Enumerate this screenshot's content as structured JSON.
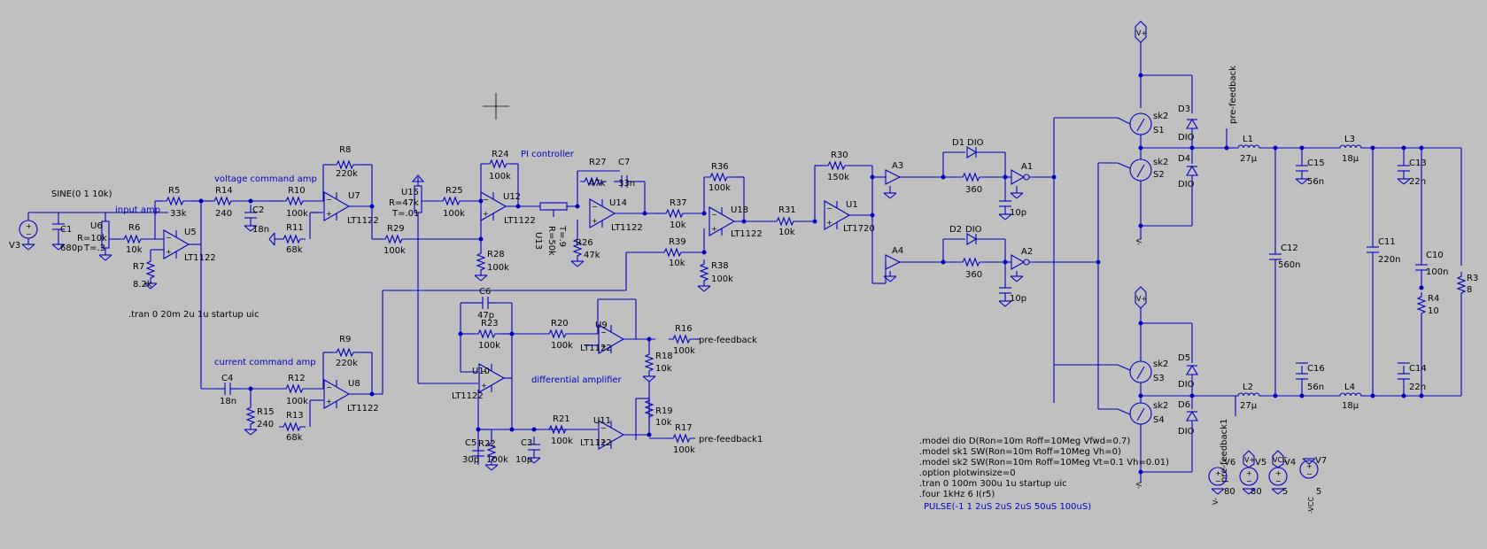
{
  "labels": {
    "input_amp": "input amp",
    "voltage_cmd": "voltage command amp",
    "current_cmd": "current command amp",
    "pi_ctrl": "PI controller",
    "diff_amp": "differential amplifier",
    "pre_fb_vert": "pre-feedback",
    "pre_fb": "pre-feedback",
    "pre_fb1": "pre-feedback1",
    "pre_fb1_vert": "pre-feedback1"
  },
  "directives": {
    "tran1": ".tran 0 20m 2u 1u startup uic",
    "model_lines": [
      ".model dio D(Ron=10m Roff=10Meg Vfwd=0.7)",
      ".model sk1 SW(Ron=10m Roff=10Meg Vh=0)",
      ".model sk2 SW(Ron=10m Roff=10Meg Vt=0.1 Vh=0.01)",
      ".option plotwinsize=0",
      ".tran 0 100m 300u 1u startup uic",
      ".four 1kHz 6  I(r5)"
    ],
    "pulse": "PULSE(-1 1 2uS 2uS 2uS 50uS 100uS)"
  },
  "components": {
    "V3": "V3",
    "SINE": "SINE(0 1 10k)",
    "C1": "C1",
    "C1v": "680p",
    "U6": "U6",
    "U6r": "R=10k",
    "U6t": "T=.3",
    "R6": "R6",
    "R6v": "10k",
    "R7": "R7",
    "R7v": "8.2k",
    "R5": "R5",
    "R5v": "33k",
    "U5": "U5",
    "U5m": "LT1122",
    "R14": "R14",
    "R14v": "240",
    "C2": "C2",
    "C2v": "18n",
    "R10": "R10",
    "R10v": "100k",
    "R11": "R11",
    "R11v": "68k",
    "R8": "R8",
    "R8v": "220k",
    "U7": "U7",
    "U7m": "LT1122",
    "R29": "R29",
    "R29v": "100k",
    "U15": "U15",
    "U15r": "R=47k",
    "U15t": "T=.01",
    "R25": "R25",
    "R25v": "100k",
    "R24": "R24",
    "R24v": "100k",
    "U12": "U12",
    "U12m": "LT1122",
    "R28": "R28",
    "R28v": "100k",
    "U13": "U13",
    "U13r": "R=50k",
    "U13t": "T=.9",
    "R27": "R27",
    "R27v": "47k",
    "C7": "C7",
    "C7v": "33n",
    "U14": "U14",
    "U14m": "LT1122",
    "R26": "R26",
    "R26v": "47k",
    "R37": "R37",
    "R37v": "10k",
    "R36": "R36",
    "R36v": "100k",
    "U18": "U18",
    "U18m": "LT1122",
    "R39": "R39",
    "R39v": "10k",
    "R38": "R38",
    "R38v": "100k",
    "R31": "R31",
    "R31v": "10k",
    "R30": "R30",
    "R30v": "150k",
    "U1": "U1",
    "U1m": "LT1720",
    "A3": "A3",
    "A4": "A4",
    "A1": "A1",
    "A2": "A2",
    "D1": "D1",
    "D1m": "DIO",
    "R_360a": "360",
    "C_10pa": "10p",
    "D2": "D2",
    "D2m": "DIO",
    "R_360b": "360",
    "C_10pb": "10p",
    "C4": "C4",
    "C4v": "18n",
    "R15": "R15",
    "R15v": "240",
    "R12": "R12",
    "R12v": "100k",
    "R13": "R13",
    "R13v": "68k",
    "R9": "R9",
    "R9v": "220k",
    "U8": "U8",
    "U8m": "LT1122",
    "C6": "C6",
    "C6v": "47p",
    "R23": "R23",
    "R23v": "100k",
    "U10": "U10",
    "U10m": "LT1122",
    "R20": "R20",
    "R20v": "100k",
    "U9": "U9",
    "U9m": "LT1122",
    "R16": "R16",
    "R16v": "100k",
    "R18": "R18",
    "R18v": "10k",
    "C5": "C5",
    "C5v": "30p",
    "R22": "R22",
    "R22v": "100k",
    "C3": "C3",
    "C3v": "10p",
    "R21": "R21",
    "R21v": "100k",
    "U11": "U11",
    "U11m": "LT1122",
    "R19": "R19",
    "R19v": "10k",
    "R17": "R17",
    "R17v": "100k",
    "sk2": "sk2",
    "S1": "S1",
    "S2": "S2",
    "S3": "S3",
    "S4": "S4",
    "D3": "D3",
    "D4": "D4",
    "D5": "D5",
    "D6": "D6",
    "DIO": "DIO",
    "L1": "L1",
    "L1v": "27µ",
    "L2": "L2",
    "L2v": "27µ",
    "L3": "L3",
    "L3v": "18µ",
    "L4": "L4",
    "L4v": "18µ",
    "C15": "C15",
    "C15v": "56n",
    "C16": "C16",
    "C16v": "56n",
    "C12": "C12",
    "C12v": "560n",
    "C11": "C11",
    "C11v": "220n",
    "C13": "C13",
    "C13v": "22n",
    "C14": "C14",
    "C14v": "22n",
    "C10": "C10",
    "C10v": "100n",
    "R4": "R4",
    "R4v": "10",
    "R3": "R3",
    "R3v": "8",
    "V6": "V6",
    "V6v": "80",
    "V5": "V5",
    "V5v": "80",
    "V4": "V4",
    "V4v": "5",
    "V7": "V7",
    "V7v": "5",
    "vplus": "V+",
    "vminus": "V-",
    "vcc": "VCC",
    "negvcc": "-VCC",
    "vcc_small": "vcc",
    "negvcc_small": "-vcc"
  }
}
